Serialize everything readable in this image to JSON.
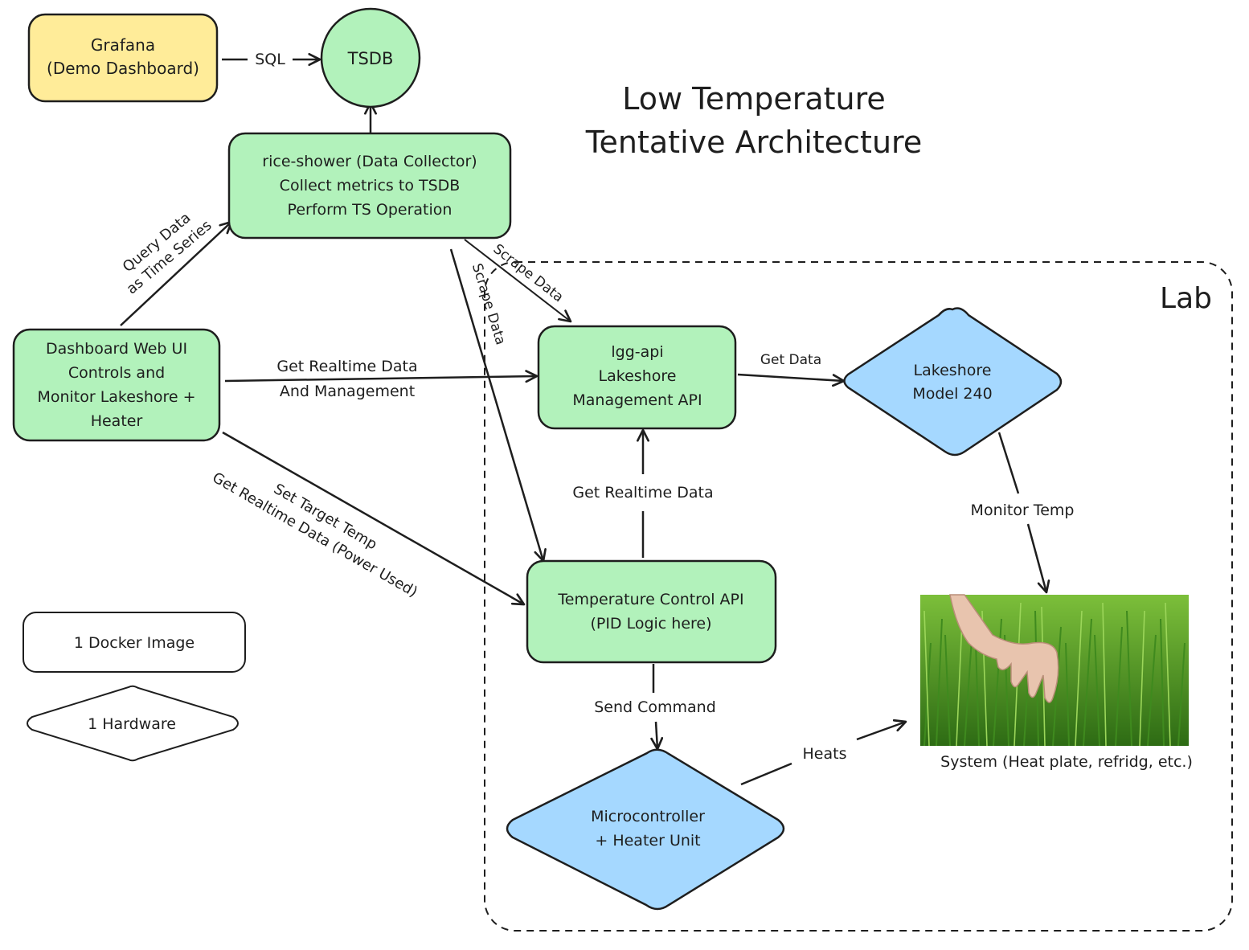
{
  "title": {
    "line1": "Low Temperature",
    "line2": "Tentative Architecture"
  },
  "colors": {
    "docker_fill": "#b2f2bb",
    "hardware_fill": "#a5d8ff",
    "grafana_fill": "#ffec99",
    "stroke": "#1e1e1e",
    "grass_light": "#7cbf3a",
    "grass_dark": "#2d6b14"
  },
  "lab_label": "Lab",
  "nodes": {
    "grafana": [
      "Grafana",
      "(Demo Dashboard)"
    ],
    "tsdb": [
      "TSDB"
    ],
    "rice_shower": [
      "rice-shower (Data Collector)",
      "Collect metrics to TSDB",
      "Perform TS Operation"
    ],
    "dashboard": [
      "Dashboard Web UI",
      "Controls and",
      "Monitor Lakeshore +",
      "Heater"
    ],
    "lgg_api": [
      "lgg-api",
      "Lakeshore",
      "Management API"
    ],
    "lakeshore": [
      "Lakeshore",
      "Model 240"
    ],
    "temp_control": [
      "Temperature Control API",
      "(PID Logic here)"
    ],
    "microcontroller": [
      "Microcontroller",
      "+ Heater Unit"
    ],
    "system": "System (Heat plate, refridg, etc.)"
  },
  "edges": {
    "sql": "SQL",
    "query_data": [
      "Query Data",
      "as Time Series"
    ],
    "scrape_1": "Scrape Data",
    "scrape_2": "Scrape Data",
    "get_realtime_mgmt": [
      "Get Realtime Data",
      "And Management"
    ],
    "get_data": "Get Data",
    "set_target": [
      "Set Target Temp",
      "Get Realtime Data (Power Used)"
    ],
    "get_realtime": "Get Realtime Data",
    "monitor_temp": "Monitor Temp",
    "send_command": "Send Command",
    "heats": "Heats"
  },
  "legend": {
    "docker": "1 Docker Image",
    "hardware": "1 Hardware"
  },
  "system_image": {
    "icon": "hand-in-grass-image"
  }
}
